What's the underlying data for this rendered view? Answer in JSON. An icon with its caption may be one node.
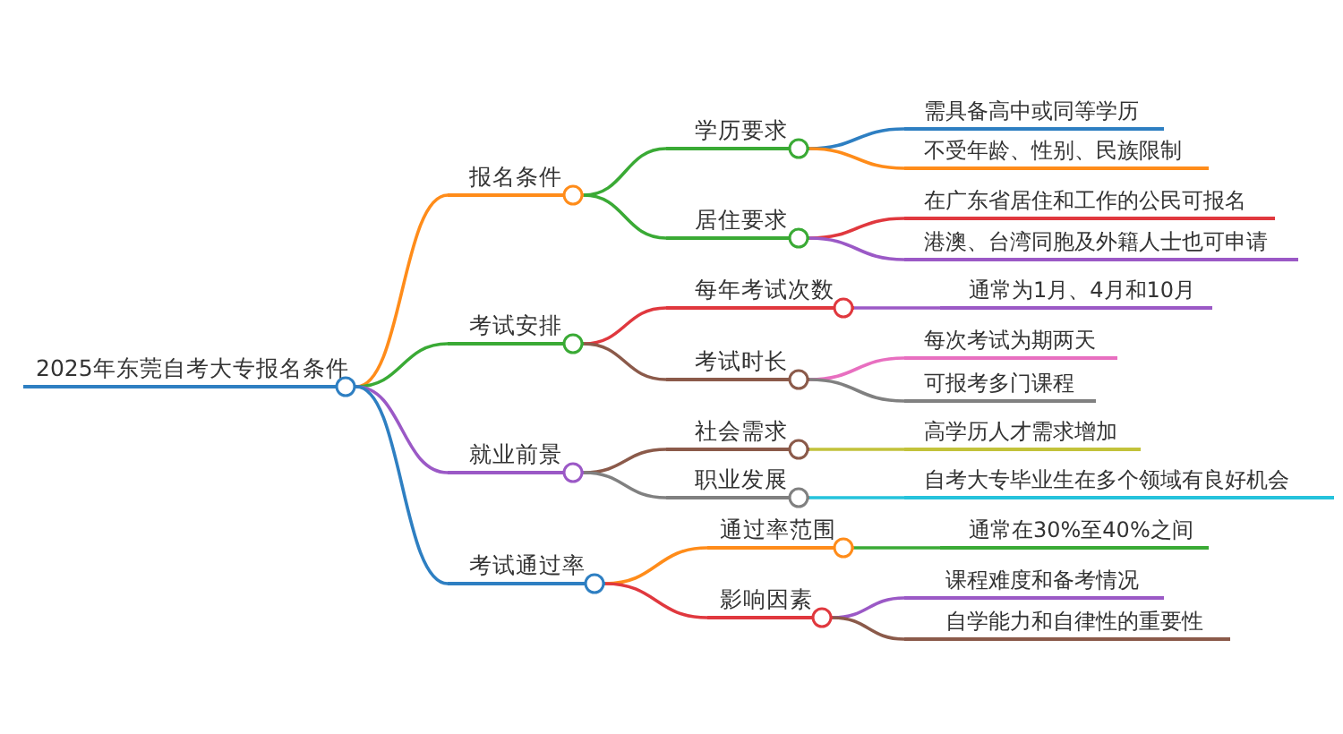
{
  "diagram": {
    "nodes": [
      {
        "text": [
          "2025年东莞自考大专报名条件"
        ]
      },
      {
        "text": [
          "报名条件"
        ]
      },
      {
        "text": [
          "学历要求"
        ]
      },
      {
        "text": [
          "需具备高中或同等学历"
        ]
      },
      {
        "text": [
          "不受年龄、性别、民族限制"
        ]
      },
      {
        "text": [
          "居住要求"
        ]
      },
      {
        "text": [
          "在广东省居住和工作的公民可报名"
        ]
      },
      {
        "text": [
          "港澳、台湾同胞及外籍人士也可申请"
        ]
      },
      {
        "text": [
          "考试安排"
        ]
      },
      {
        "text": [
          "每年考试次数"
        ]
      },
      {
        "text": [
          "通常为1月、4月和10月"
        ]
      },
      {
        "text": [
          "考试时长"
        ]
      },
      {
        "text": [
          "每次考试为期两天"
        ]
      },
      {
        "text": [
          "可报考多门课程"
        ]
      },
      {
        "text": [
          "就业前景"
        ]
      },
      {
        "text": [
          "社会需求"
        ]
      },
      {
        "text": [
          "高学历人才需求增加"
        ]
      },
      {
        "text": [
          "职业发展"
        ]
      },
      {
        "text": [
          "自考大专毕业生在多个领域有良好机会"
        ]
      },
      {
        "text": [
          "考试通过率"
        ]
      },
      {
        "text": [
          "通过率范围"
        ]
      },
      {
        "text": [
          "通常在30%至40%之间"
        ]
      },
      {
        "text": [
          "影响因素"
        ]
      },
      {
        "text": [
          "课程难度和备考情况"
        ]
      },
      {
        "text": [
          "自学能力和自律性的重要性"
        ]
      }
    ],
    "edges": [
      {
        "from": 0,
        "to": 1,
        "arrow": "none",
        "color": "#ff8c1a"
      },
      {
        "from": 1,
        "to": 2,
        "arrow": "none",
        "color": "#3aaa35"
      },
      {
        "from": 2,
        "to": 3,
        "arrow": "none",
        "color": "#2e7fc2"
      },
      {
        "from": 2,
        "to": 4,
        "arrow": "none",
        "color": "#ff8c1a"
      },
      {
        "from": 1,
        "to": 5,
        "arrow": "none",
        "color": "#3aaa35"
      },
      {
        "from": 5,
        "to": 6,
        "arrow": "none",
        "color": "#e0383e"
      },
      {
        "from": 5,
        "to": 7,
        "arrow": "none",
        "color": "#9b59c6"
      },
      {
        "from": 0,
        "to": 8,
        "arrow": "none",
        "color": "#3aaa35"
      },
      {
        "from": 8,
        "to": 9,
        "arrow": "none",
        "color": "#e0383e"
      },
      {
        "from": 9,
        "to": 10,
        "arrow": "none",
        "color": "#9b59c6"
      },
      {
        "from": 8,
        "to": 11,
        "arrow": "none",
        "color": "#8b5a4a"
      },
      {
        "from": 11,
        "to": 12,
        "arrow": "none",
        "color": "#e86fc0"
      },
      {
        "from": 11,
        "to": 13,
        "arrow": "none",
        "color": "#808080"
      },
      {
        "from": 0,
        "to": 14,
        "arrow": "none",
        "color": "#9b59c6"
      },
      {
        "from": 14,
        "to": 15,
        "arrow": "none",
        "color": "#8b5a4a"
      },
      {
        "from": 15,
        "to": 16,
        "arrow": "none",
        "color": "#c2c23a"
      },
      {
        "from": 14,
        "to": 17,
        "arrow": "none",
        "color": "#808080"
      },
      {
        "from": 17,
        "to": 18,
        "arrow": "none",
        "color": "#25c3dc"
      },
      {
        "from": 0,
        "to": 19,
        "arrow": "none",
        "color": "#2e7fc2"
      },
      {
        "from": 19,
        "to": 20,
        "arrow": "none",
        "color": "#ff8c1a"
      },
      {
        "from": 20,
        "to": 21,
        "arrow": "none",
        "color": "#3aaa35"
      },
      {
        "from": 19,
        "to": 22,
        "arrow": "none",
        "color": "#e0383e"
      },
      {
        "from": 22,
        "to": 23,
        "arrow": "none",
        "color": "#9b59c6"
      },
      {
        "from": 22,
        "to": 24,
        "arrow": "none",
        "color": "#8b5a4a"
      }
    ]
  }
}
